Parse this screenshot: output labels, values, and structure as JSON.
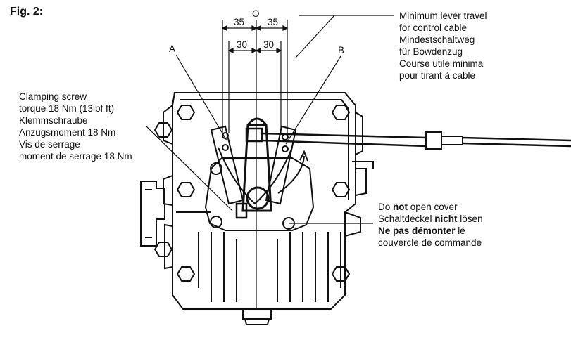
{
  "figure_label": "Fig. 2:",
  "dimensions": {
    "center": "O",
    "outer_left": "35",
    "outer_right": "35",
    "inner_left": "30",
    "inner_right": "30"
  },
  "points": {
    "a": "A",
    "b": "B"
  },
  "travel_note": [
    "Minimum lever travel",
    "for control cable",
    "Mindestschaltweg",
    "für Bowdenzug",
    "Course utile minima",
    "pour tirant à cable"
  ],
  "clamping_note": [
    "Clamping screw",
    "torque 18 Nm (13lbf ft)",
    "Klemmschraube",
    "Anzugsmoment 18 Nm",
    "Vis de serrage",
    "moment de serrage 18 Nm"
  ],
  "cover_note": {
    "line1_pre": "Do ",
    "line1_bold": "not",
    "line1_post": " open cover",
    "line2_pre": "Schaltdeckel ",
    "line2_bold": "nicht",
    "line2_post": " lösen",
    "line3_bold": "Ne pas démonter",
    "line3_post": " le",
    "line4": "couvercle de commande"
  },
  "colors": {
    "ink": "#111111",
    "paper": "#ffffff"
  }
}
